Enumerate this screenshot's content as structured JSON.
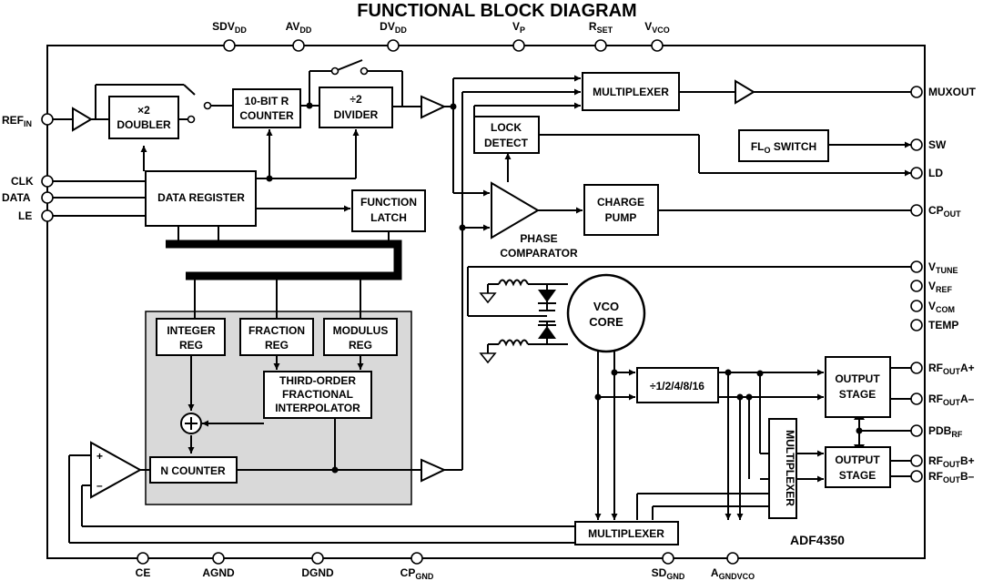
{
  "title": "FUNCTIONAL BLOCK DIAGRAM",
  "part_number": "ADF4350",
  "pins": {
    "top": [
      {
        "id": "sdvdd",
        "main": "SDV",
        "sub": "DD"
      },
      {
        "id": "avdd",
        "main": "AV",
        "sub": "DD"
      },
      {
        "id": "dvdd",
        "main": "DV",
        "sub": "DD"
      },
      {
        "id": "vp",
        "main": "V",
        "sub": "P"
      },
      {
        "id": "rset",
        "main": "R",
        "sub": "SET"
      },
      {
        "id": "vvco",
        "main": "V",
        "sub": "VCO"
      }
    ],
    "left": [
      {
        "id": "refin",
        "main": "REF",
        "sub": "IN"
      },
      {
        "id": "clk",
        "main": "CLK",
        "sub": ""
      },
      {
        "id": "data",
        "main": "DATA",
        "sub": ""
      },
      {
        "id": "le",
        "main": "LE",
        "sub": ""
      }
    ],
    "right": [
      {
        "id": "muxout",
        "main": "MUXOUT",
        "sub": "",
        "post": ""
      },
      {
        "id": "sw",
        "main": "SW",
        "sub": "",
        "post": ""
      },
      {
        "id": "ld",
        "main": "LD",
        "sub": "",
        "post": ""
      },
      {
        "id": "cpout",
        "main": "CP",
        "sub": "OUT",
        "post": ""
      },
      {
        "id": "vtune",
        "main": "V",
        "sub": "TUNE",
        "post": ""
      },
      {
        "id": "vref",
        "main": "V",
        "sub": "REF",
        "post": ""
      },
      {
        "id": "vcom",
        "main": "V",
        "sub": "COM",
        "post": ""
      },
      {
        "id": "temp",
        "main": "TEMP",
        "sub": "",
        "post": ""
      },
      {
        "id": "rfouta_plus",
        "main": "RF",
        "sub": "OUT",
        "post": "A+"
      },
      {
        "id": "rfouta_minus",
        "main": "RF",
        "sub": "OUT",
        "post": "A–"
      },
      {
        "id": "pdbrf",
        "main": "PDB",
        "sub": "RF",
        "post": ""
      },
      {
        "id": "rfoutb_plus",
        "main": "RF",
        "sub": "OUT",
        "post": "B+"
      },
      {
        "id": "rfoutb_minus",
        "main": "RF",
        "sub": "OUT",
        "post": "B–"
      }
    ],
    "bottom": [
      {
        "id": "ce",
        "main": "CE",
        "sub": ""
      },
      {
        "id": "agnd",
        "main": "AGND",
        "sub": ""
      },
      {
        "id": "dgnd",
        "main": "DGND",
        "sub": ""
      },
      {
        "id": "cpgnd",
        "main": "CP",
        "sub": "GND"
      },
      {
        "id": "sdgnd",
        "main": "SD",
        "sub": "GND"
      },
      {
        "id": "agndvco",
        "main": "A",
        "sub": "GNDVCO"
      }
    ]
  },
  "blocks": {
    "doubler": {
      "line1": "×2",
      "line2": "DOUBLER"
    },
    "r_counter": {
      "line1": "10-BIT R",
      "line2": "COUNTER"
    },
    "divider2": {
      "line1": "÷2",
      "line2": "DIVIDER"
    },
    "data_register": {
      "line1": "DATA REGISTER"
    },
    "function_latch": {
      "line1": "FUNCTION",
      "line2": "LATCH"
    },
    "multiplexer_top": {
      "line1": "MULTIPLEXER"
    },
    "lock_detect": {
      "line1": "LOCK",
      "line2": "DETECT"
    },
    "flo_switch": {
      "main": "FL",
      "sub": "O",
      "rest": " SWITCH"
    },
    "charge_pump": {
      "line1": "CHARGE",
      "line2": "PUMP"
    },
    "phase_comparator": {
      "line1": "PHASE",
      "line2": "COMPARATOR"
    },
    "vco_core": {
      "line1": "VCO",
      "line2": "CORE"
    },
    "integer_reg": {
      "line1": "INTEGER",
      "line2": "REG"
    },
    "fraction_reg": {
      "line1": "FRACTION",
      "line2": "REG"
    },
    "modulus_reg": {
      "line1": "MODULUS",
      "line2": "REG"
    },
    "interpolator": {
      "line1": "THIRD-ORDER",
      "line2": "FRACTIONAL",
      "line3": "INTERPOLATOR"
    },
    "n_counter": {
      "line1": "N COUNTER"
    },
    "output_divider": {
      "line1": "÷1/2/4/8/16"
    },
    "output_stage_a": {
      "line1": "OUTPUT",
      "line2": "STAGE"
    },
    "output_stage_b": {
      "line1": "OUTPUT",
      "line2": "STAGE"
    },
    "multiplexer_vertical": {
      "line1": "MULTIPLEXER"
    },
    "multiplexer_bottom": {
      "line1": "MULTIPLEXER"
    },
    "comparator_signs": {
      "plus": "+",
      "minus": "–"
    }
  }
}
